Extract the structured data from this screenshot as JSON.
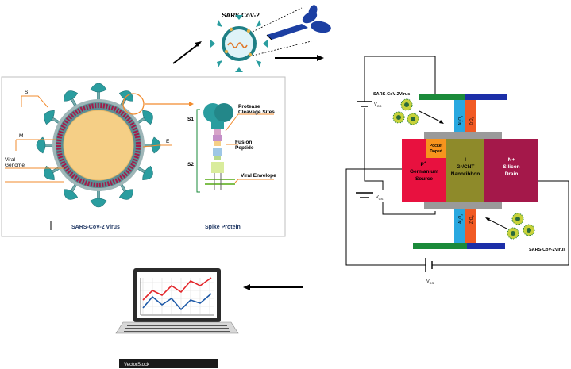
{
  "top": {
    "title": "SARS-CoV-2"
  },
  "virus_panel": {
    "labels": {
      "s": "S",
      "m": "M",
      "e": "E",
      "viral_genome": "Viral Genome",
      "s1": "S1",
      "s2": "S2",
      "protease_cleavage_sites": "Protease Cleavage Sites",
      "fusion_peptide": "Fusion Peptide",
      "viral_envelope": "Viral Envelope"
    },
    "captions": {
      "virus": "SARS-CoV-2 Virus",
      "spike": "Spike Protein"
    }
  },
  "device": {
    "virus_label_top": "SARS-CoV-2Virus",
    "virus_label_bottom": "SARS-CoV-2Virus",
    "vgs": "V",
    "vgs_sub": "GS",
    "vds": "V",
    "vds_sub": "DS",
    "oxide1": "Al",
    "oxide1_sub": "2",
    "oxide1_tail": "O",
    "oxide1_sub2": "3",
    "oxide2": "ZrO",
    "oxide2_sub": "2",
    "pocket": "Pocket Doped",
    "source_line1": "P",
    "source_sup": "+",
    "source_line2": "Germanium",
    "source_line3": "Source",
    "channel_line1": "I",
    "channel_line2": "Gr/CNT",
    "channel_line3": "Nanoribbon",
    "drain_line1": "N+",
    "drain_line2": "Silicon",
    "drain_line3": "Drain"
  },
  "colors": {
    "source": "#e8113f",
    "pocket": "#f7941d",
    "channel": "#8e8a2a",
    "drain": "#a4184a",
    "al2o3": "#29a8e0",
    "zro2": "#f15a24",
    "gate_green": "#1a8a3a",
    "gate_blue": "#1c2fa8",
    "virus_teal": "#2a9d9f",
    "virus_capsid": "#f5cf86",
    "orange": "#f28b2e"
  },
  "watermark": "VectorStock"
}
